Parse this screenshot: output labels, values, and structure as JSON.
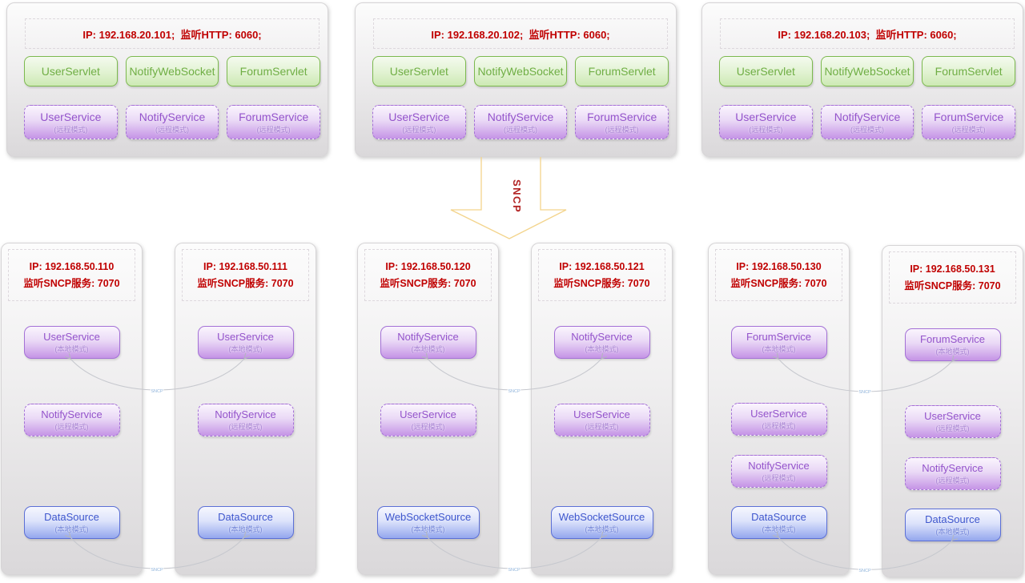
{
  "palette": {
    "red_text": "#c00000",
    "green_border": "#7cb94e",
    "green_text": "#6fae44",
    "purple_border": "#a471d6",
    "purple_text": "#9454cb",
    "blue_border": "#5b6fd6",
    "blue_text": "#3f57cd",
    "arrow_outline": "#f3d48c",
    "arrow_label_color": "#b22222",
    "connector_line": "#c6c8ce",
    "connector_label_color": "#8fb3da"
  },
  "flow_arrow": {
    "label": "SNCP"
  },
  "connector_label": "SNCP",
  "http_servers": [
    {
      "header": "IP: 192.168.20.101;  监听HTTP: 6060;",
      "servlets": [
        "UserServlet",
        "NotifyWebSocket",
        "ForumServlet"
      ],
      "services": [
        {
          "name": "UserService",
          "mode": "(远程模式)"
        },
        {
          "name": "NotifyService",
          "mode": "(远程模式)"
        },
        {
          "name": "ForumService",
          "mode": "(远程模式)"
        }
      ]
    },
    {
      "header": "IP: 192.168.20.102;  监听HTTP: 6060;",
      "servlets": [
        "UserServlet",
        "NotifyWebSocket",
        "ForumServlet"
      ],
      "services": [
        {
          "name": "UserService",
          "mode": "(远程模式)"
        },
        {
          "name": "NotifyService",
          "mode": "(远程模式)"
        },
        {
          "name": "ForumService",
          "mode": "(远程模式)"
        }
      ]
    },
    {
      "header": "IP: 192.168.20.103;  监听HTTP: 6060;",
      "servlets": [
        "UserServlet",
        "NotifyWebSocket",
        "ForumServlet"
      ],
      "services": [
        {
          "name": "UserService",
          "mode": "(远程模式)"
        },
        {
          "name": "NotifyService",
          "mode": "(远程模式)"
        },
        {
          "name": "ForumService",
          "mode": "(远程模式)"
        }
      ]
    }
  ],
  "sncp_servers": [
    {
      "ip": "IP: 192.168.50.110",
      "listen": "监听SNCP服务: 7070",
      "services": [
        {
          "name": "UserService",
          "mode": "(本地模式)"
        },
        {
          "name": "NotifyService",
          "mode": "(远程模式)"
        },
        {
          "name": "DataSource",
          "mode": "(本地模式)"
        }
      ]
    },
    {
      "ip": "IP: 192.168.50.111",
      "listen": "监听SNCP服务: 7070",
      "services": [
        {
          "name": "UserService",
          "mode": "(本地模式)"
        },
        {
          "name": "NotifyService",
          "mode": "(远程模式)"
        },
        {
          "name": "DataSource",
          "mode": "(本地模式)"
        }
      ]
    },
    {
      "ip": "IP: 192.168.50.120",
      "listen": "监听SNCP服务: 7070",
      "services": [
        {
          "name": "NotifyService",
          "mode": "(本地模式)"
        },
        {
          "name": "UserService",
          "mode": "(远程模式)"
        },
        {
          "name": "WebSocketSource",
          "mode": "(本地模式)"
        }
      ]
    },
    {
      "ip": "IP: 192.168.50.121",
      "listen": "监听SNCP服务: 7070",
      "services": [
        {
          "name": "NotifyService",
          "mode": "(本地模式)"
        },
        {
          "name": "UserService",
          "mode": "(远程模式)"
        },
        {
          "name": "WebSocketSource",
          "mode": "(本地模式)"
        }
      ]
    },
    {
      "ip": "IP: 192.168.50.130",
      "listen": "监听SNCP服务: 7070",
      "services": [
        {
          "name": "ForumService",
          "mode": "(本地模式)"
        },
        {
          "name": "UserService",
          "mode": "(远程模式)"
        },
        {
          "name": "NotifyService",
          "mode": "(远程模式)"
        },
        {
          "name": "DataSource",
          "mode": "(本地模式)"
        }
      ]
    },
    {
      "ip": "IP: 192.168.50.131",
      "listen": "监听SNCP服务: 7070",
      "services": [
        {
          "name": "ForumService",
          "mode": "(本地模式)"
        },
        {
          "name": "UserService",
          "mode": "(远程模式)"
        },
        {
          "name": "NotifyService",
          "mode": "(远程模式)"
        },
        {
          "name": "DataSource",
          "mode": "(本地模式)"
        }
      ]
    }
  ]
}
